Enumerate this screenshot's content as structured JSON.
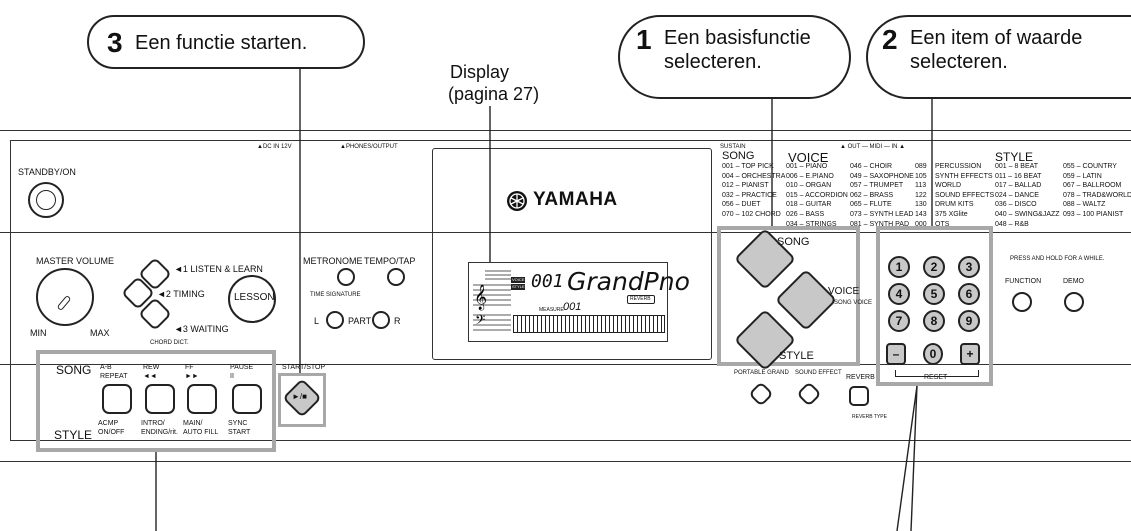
{
  "callouts": {
    "c3": {
      "num": "3",
      "text": "Een functie starten."
    },
    "c1": {
      "num": "1",
      "line1": "Een basisfunctie",
      "line2": "selecteren."
    },
    "c2": {
      "num": "2",
      "line1": "Een item of waarde",
      "line2": "selecteren."
    }
  },
  "display_label": {
    "line1": "Display",
    "line2": "(pagina 27)"
  },
  "panel": {
    "dc_in": "▲DC IN 12V",
    "phones": "▲PHONES/OUTPUT",
    "sustain": "SUSTAIN",
    "out_midi_in": "▲ OUT — MIDI — IN ▲",
    "standby": "STANDBY/ON",
    "brand": "YAMAHA",
    "press_hold": "PRESS AND HOLD FOR A WHILE.",
    "master_volume": "MASTER VOLUME",
    "min": "MIN",
    "max": "MAX",
    "listen": "◄1 LISTEN & LEARN",
    "timing": "◄2 TIMING",
    "waiting": "◄3 WAITING",
    "chord_dict": "CHORD DICT.",
    "lesson": "LESSON",
    "metronome": "METRONOME",
    "tempo": "TEMPO/TAP",
    "time_signature": "TIME SIGNATURE",
    "part_l": "L",
    "part": "PART",
    "part_r": "R",
    "lcd_voice_number": "001",
    "lcd_voice_name": "GrandPno",
    "lcd_measure": "MEASURE",
    "lcd_measure_value": "001",
    "lcd_reverb": "REVERB",
    "lcd_voice_tag": "VOICE",
    "lcd_style_tag": "STYLE",
    "song_btn": "SONG",
    "voice_btn": "VOICE",
    "style_btn": "STYLE",
    "song_voice": "SONG VOICE",
    "function": "FUNCTION",
    "demo": "DEMO",
    "reset": "RESET",
    "portable_grand": "PORTABLE GRAND",
    "sound_effect": "SOUND EFFECT",
    "reverb": "REVERB",
    "reverb_type": "REVERB TYPE",
    "song_row": "SONG",
    "style_row": "STYLE",
    "start_stop": "START/STOP",
    "start_stop_icon": "►/■",
    "transport": [
      {
        "top1": "A-B",
        "top2": "REPEAT",
        "bot1": "ACMP",
        "bot2": "ON/OFF"
      },
      {
        "top1": "REW",
        "top2": "◄◄",
        "bot1": "INTRO/",
        "bot2": "ENDING/rit."
      },
      {
        "top1": "FF",
        "top2": "►►",
        "bot1": "MAIN/",
        "bot2": "AUTO FILL"
      },
      {
        "top1": "PAUSE",
        "top2": "II",
        "bot1": "SYNC",
        "bot2": "START"
      }
    ],
    "numkeys": [
      "1",
      "2",
      "3",
      "4",
      "5",
      "6",
      "7",
      "8",
      "9",
      "–",
      "0",
      "+"
    ]
  },
  "lists": {
    "song_header": "SONG",
    "voice_header": "VOICE",
    "style_header": "STYLE",
    "song_col": "001 – TOP PICK\n004 – ORCHESTRA\n012 – PIANIST\n032 – PRACTICE\n056 – DUET\n070 – 102 CHORD",
    "voice_col1": "001 – PIANO\n006 – E.PIANO\n010 – ORGAN\n015 – ACCORDION\n018 – GUITAR\n026 – BASS\n034 – STRINGS",
    "voice_col2": "046 – CHOIR\n049 – SAXOPHONE\n057 – TRUMPET\n062 – BRASS\n065 – FLUTE\n073 – SYNTH LEAD\n081 – SYNTH PAD",
    "voice_col3": "089\n105\n113\n122\n130\n143\n000",
    "voice_col4": "PERCUSSION\nSYNTH EFFECTS\nWORLD\nSOUND EFFECTS\nDRUM KITS\n375 XGlite\nOTS",
    "style_col1": "001 – 8 BEAT\n011 – 16 BEAT\n017 – BALLAD\n024 – DANCE\n036 – DISCO\n040 – SWING&JAZZ\n048 – R&B",
    "style_col2": "055 – COUNTRY\n059 – LATIN\n067 – BALLROOM\n078 – TRAD&WORLD\n088 – WALTZ\n093 – 100 PIANIST"
  }
}
